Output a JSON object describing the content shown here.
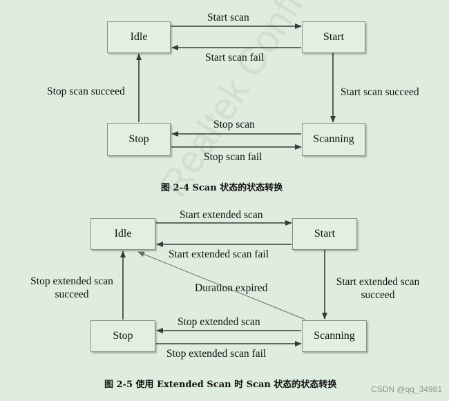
{
  "watermark": "Realtek Confidential",
  "diagram1": {
    "nodes": {
      "idle": "Idle",
      "start": "Start",
      "stop": "Stop",
      "scanning": "Scanning"
    },
    "edges": {
      "idle_to_start": "Start scan",
      "start_to_idle": "Start scan fail",
      "start_to_scanning": "Start scan succeed",
      "scanning_to_stop": "Stop scan",
      "stop_to_scanning": "Stop scan fail",
      "stop_to_idle": "Stop scan succeed"
    },
    "caption": "图  2-4 Scan 状态的状态转换"
  },
  "diagram2": {
    "nodes": {
      "idle": "Idle",
      "start": "Start",
      "stop": "Stop",
      "scanning": "Scanning"
    },
    "edges": {
      "idle_to_start": "Start extended scan",
      "start_to_idle": "Start extended scan fail",
      "start_to_scanning_line1": "Start extended scan",
      "start_to_scanning_line2": "succeed",
      "scanning_to_idle": "Duration expired",
      "scanning_to_stop": "Stop extended scan",
      "stop_to_scanning": "Stop extended scan fail",
      "stop_to_idle_line1": "Stop extended scan",
      "stop_to_idle_line2": "succeed"
    },
    "caption": "图  2-5  使用 Extended Scan 时 Scan 状态的状态转换"
  },
  "credit": "CSDN @qq_34981",
  "colors": {
    "background": "#dfeddf",
    "box_fill": "#e2f0e0",
    "arrow": "#3a3a3a"
  }
}
